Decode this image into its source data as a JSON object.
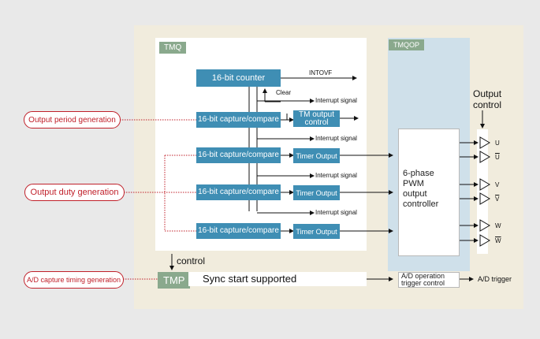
{
  "tmq_label": "TMQ",
  "tmqop_label": "TMQOP",
  "tmp_label": "TMP",
  "counter": "16-bit counter",
  "intovf": "INTOVF",
  "clear": "Clear",
  "capture": "16-bit capture/compare",
  "interrupt": "Interrupt signal",
  "tm_output_control": "TM output control",
  "timer_output": "Timer Output",
  "pwm": "6-phase PWM output controller",
  "output_control": "Output control",
  "outputs": [
    "U",
    "U",
    "V",
    "V",
    "W",
    "W"
  ],
  "left_labels": {
    "period": "Output period  generation",
    "duty": "Output duty  generation",
    "ad_capture": "A/D capture timing generation"
  },
  "control": "control",
  "sync": "Sync start supported",
  "ad_op": "A/D operation trigger control",
  "ad_trigger": "A/D trigger",
  "colors": {
    "block": "#3f8eb4",
    "tag": "#8aa98d",
    "tmqop": "#cfe0ea",
    "panel": "#f1ecdd",
    "red": "#c0202a"
  }
}
